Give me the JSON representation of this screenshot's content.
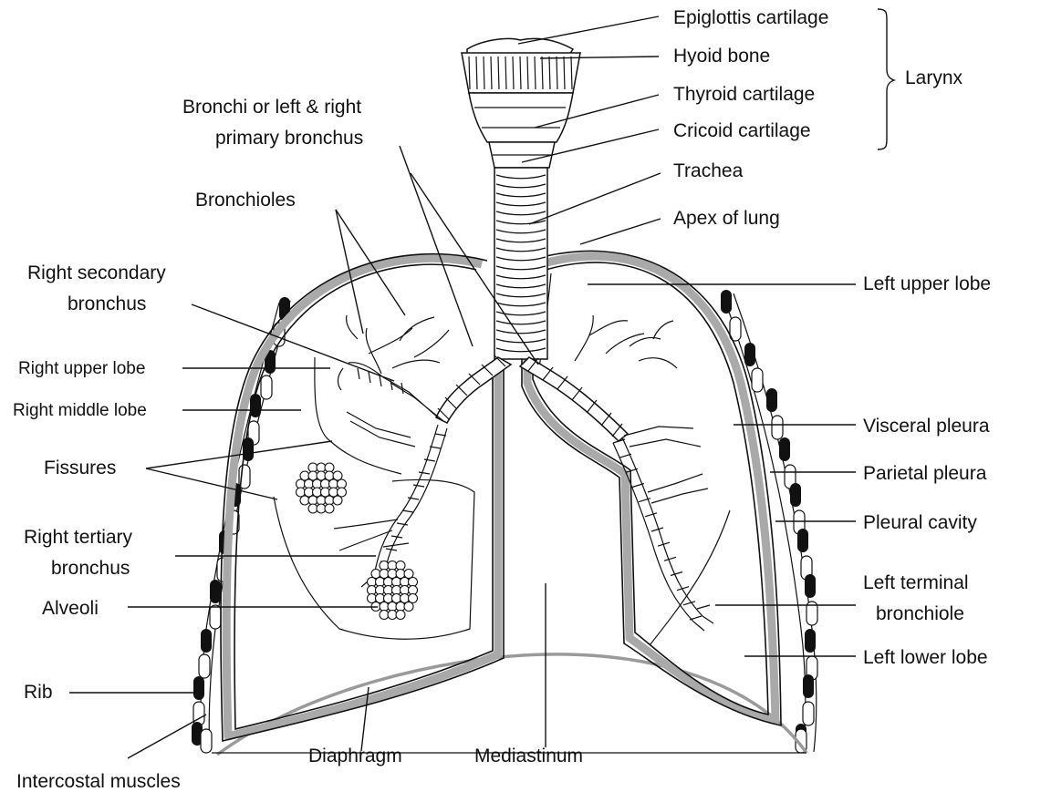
{
  "labels": {
    "epiglottis": "Epiglottis cartilage",
    "hyoid": "Hyoid bone",
    "thyroid": "Thyroid cartilage",
    "cricoid": "Cricoid cartilage",
    "larynx": "Larynx",
    "trachea": "Trachea",
    "apex": "Apex of lung",
    "bronchi_line1": "Bronchi or left & right",
    "bronchi_line2": "primary bronchus",
    "bronchioles": "Bronchioles",
    "right_secondary_line1": "Right secondary",
    "right_secondary_line2": "bronchus",
    "right_upper_lobe": "Right upper lobe",
    "right_middle_lobe": "Right middle lobe",
    "fissures": "Fissures",
    "right_tertiary_line1": "Right tertiary",
    "right_tertiary_line2": "bronchus",
    "alveoli": "Alveoli",
    "rib": "Rib",
    "intercostal": "Intercostal muscles",
    "diaphragm": "Diaphragm",
    "mediastinum": "Mediastinum",
    "left_upper_lobe": "Left upper lobe",
    "visceral_pleura": "Visceral pleura",
    "parietal_pleura": "Parietal pleura",
    "pleural_cavity": "Pleural cavity",
    "left_terminal_line1": "Left terminal",
    "left_terminal_line2": "bronchiole",
    "left_lower_lobe": "Left lower lobe"
  }
}
